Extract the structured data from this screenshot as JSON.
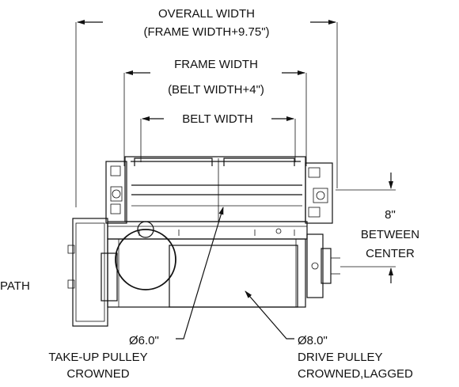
{
  "labels": {
    "overall_width_1": "OVERALL WIDTH",
    "overall_width_2": "(FRAME WIDTH+9.75\")",
    "frame_width_1": "FRAME WIDTH",
    "frame_width_2": "(BELT WIDTH+4\")",
    "belt_width": "BELT WIDTH",
    "between_1": "8\"",
    "between_2": "BETWEEN",
    "between_3": "CENTER",
    "path": "PATH",
    "takeup_dia": "Ø6.0\"",
    "takeup_1": "TAKE-UP PULLEY",
    "takeup_2": "CROWNED",
    "drive_dia": "Ø8.0\"",
    "drive_1": "DRIVE PULLEY",
    "drive_2": "CROWNED,LAGGED"
  }
}
